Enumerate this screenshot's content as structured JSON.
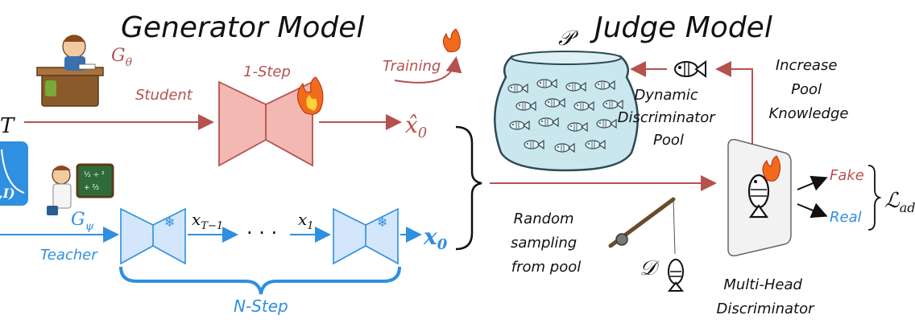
{
  "titles": {
    "generator": "Generator Model",
    "judge": "Judge Model"
  },
  "generator": {
    "student_symbol": "G",
    "student_sub": "θ",
    "student_label": "Student",
    "one_step_label": "1-Step",
    "training_label": "Training",
    "input_symbol": "T",
    "student_output": "x̂",
    "student_output_sub": "0",
    "teacher_symbol": "G",
    "teacher_sub": "ψ",
    "teacher_label": "Teacher",
    "teacher_input_frag": ",I)",
    "x_tminus1": "x",
    "x_tminus1_sub": "T−1",
    "ellipsis": "· · ·",
    "x_1": "x",
    "x_1_sub": "1",
    "teacher_output": "x",
    "teacher_output_sub": "0",
    "n_step_label": "N-Step"
  },
  "judge": {
    "pool_symbol": "𝒫",
    "pool_label_lines": [
      "Dynamic",
      "Discriminator",
      "Pool"
    ],
    "increase_label_lines": [
      "Increase",
      "Pool",
      "Knowledge"
    ],
    "sampling_label_lines": [
      "Random",
      "sampling",
      "from pool"
    ],
    "sampled_symbol": "𝒟",
    "discriminator_label_lines": [
      "Multi-Head",
      "Discriminator"
    ],
    "fake_label": "Fake",
    "real_label": "Real",
    "loss_symbol": "ℒ",
    "loss_sub": "ad"
  },
  "colors": {
    "student": "#b5524e",
    "teacher": "#2f8fe0",
    "student_fill": "#f3b8b2",
    "teacher_fill": "#d3e6fb",
    "jar_water": "#cbe7ee"
  }
}
